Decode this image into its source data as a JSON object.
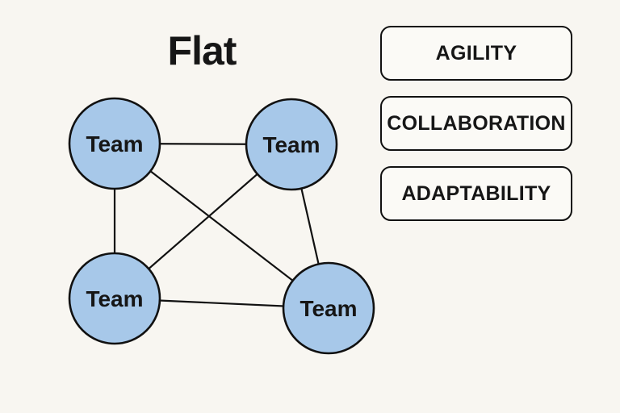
{
  "title": "Flat",
  "network": {
    "nodes": [
      {
        "id": "top-left",
        "label": "Team"
      },
      {
        "id": "top-right",
        "label": "Team"
      },
      {
        "id": "bottom-left",
        "label": "Team"
      },
      {
        "id": "bottom-right",
        "label": "Team"
      }
    ],
    "edges": [
      [
        "top-left",
        "top-right"
      ],
      [
        "top-left",
        "bottom-left"
      ],
      [
        "top-left",
        "bottom-right"
      ],
      [
        "top-right",
        "bottom-left"
      ],
      [
        "top-right",
        "bottom-right"
      ],
      [
        "bottom-left",
        "bottom-right"
      ]
    ]
  },
  "badges": [
    {
      "label": "AGILITY"
    },
    {
      "label": "COLLABORATION"
    },
    {
      "label": "ADAPTABILITY"
    }
  ],
  "colors": {
    "background": "#f8f6f1",
    "node_fill": "#a7c8e9",
    "outline": "#111111",
    "text": "#161616",
    "badge_fill": "#fbfaf6"
  }
}
